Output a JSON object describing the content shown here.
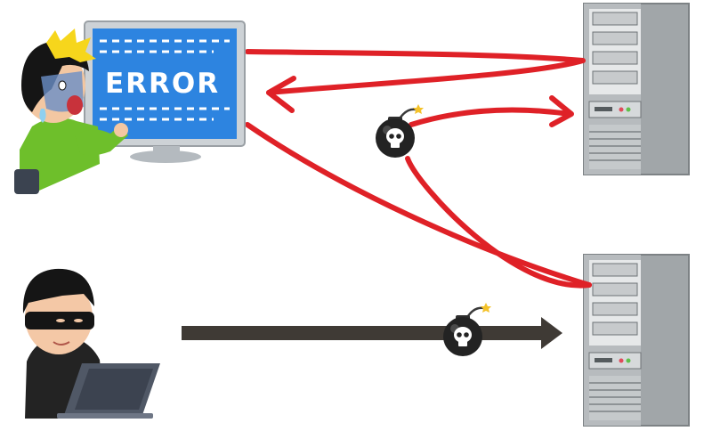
{
  "monitor": {
    "screen_text": "ERROR"
  },
  "colors": {
    "attack_arrow": "#df2127",
    "payload_arrow": "#3f3a35",
    "screen_blue": "#2d84e0",
    "server_gray": "#9fa4a7",
    "bomb": "#232323",
    "shirt_green": "#6ebf2b"
  },
  "icons": [
    "error-monitor",
    "alarmed-user",
    "server",
    "bomb-skull",
    "hacker",
    "laptop"
  ]
}
